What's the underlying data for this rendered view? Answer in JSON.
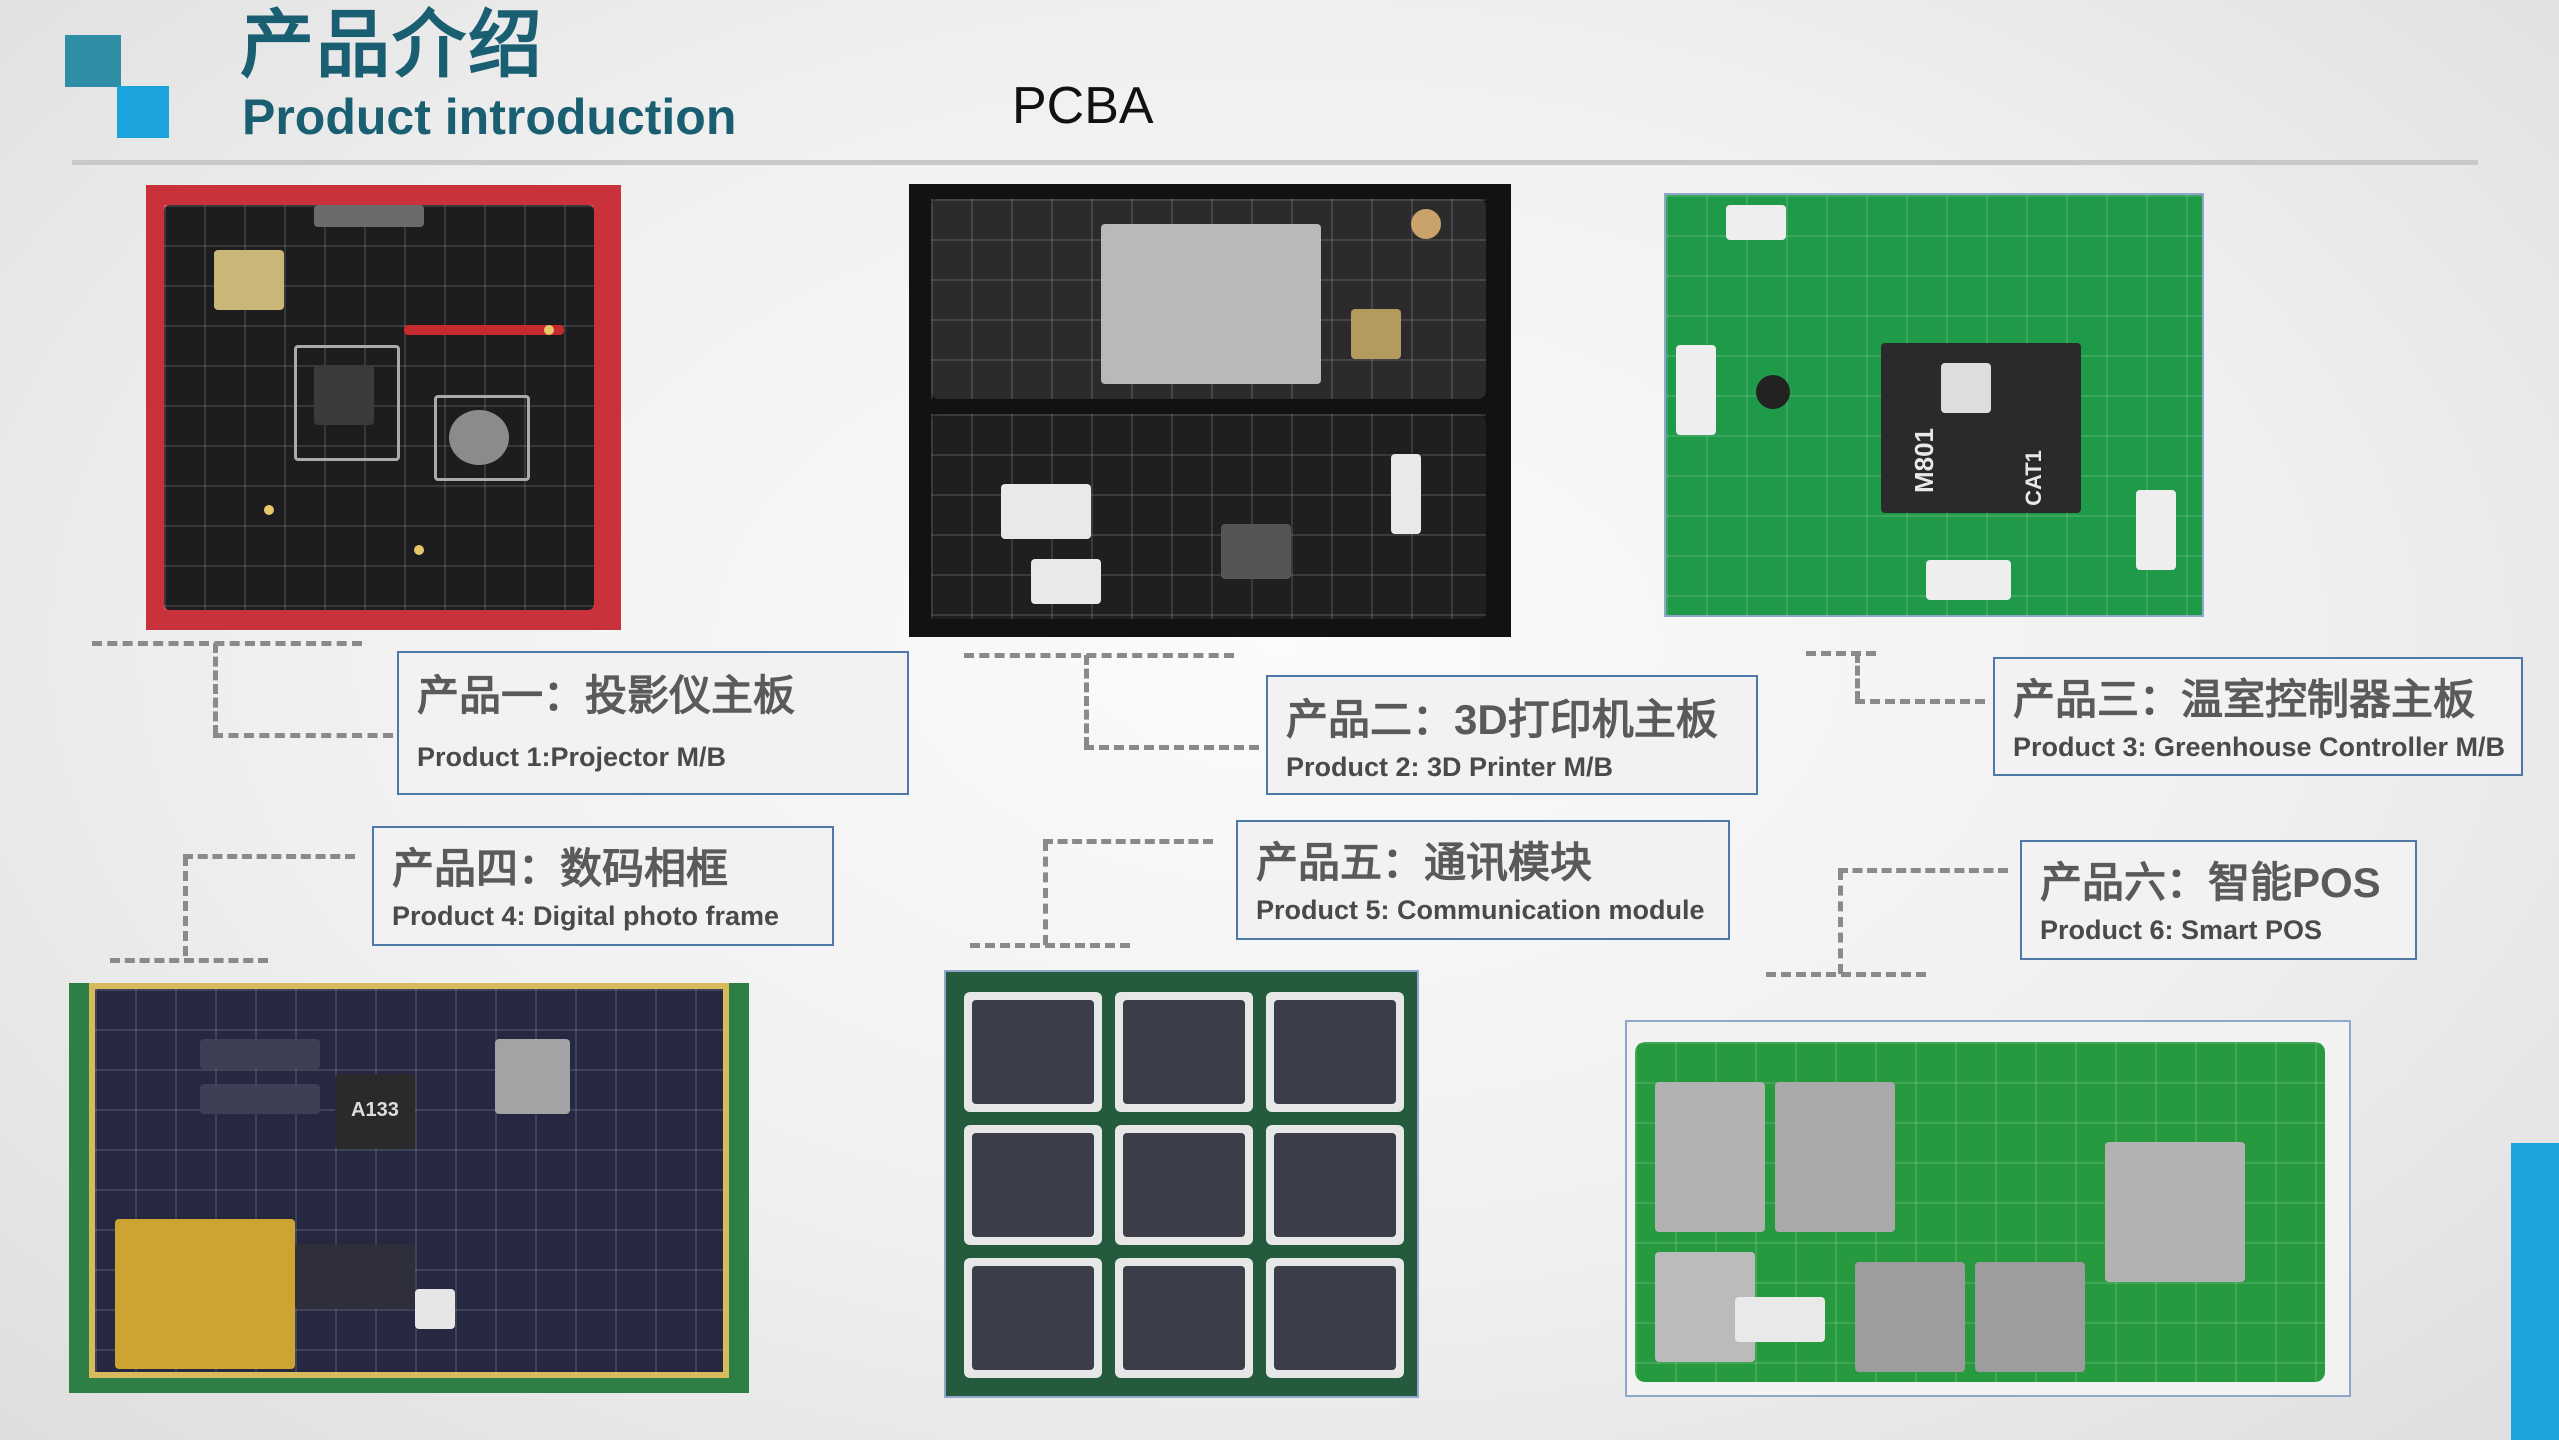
{
  "header": {
    "title_cn": "产品介绍",
    "title_en": "Product introduction",
    "subtitle": "PCBA"
  },
  "colors": {
    "title": "#1a5e72",
    "accent_blue": "#1aa3dc",
    "accent_teal": "#2f8ea5",
    "label_border": "#4d78a8",
    "label_text": "#5a5a5a"
  },
  "products": [
    {
      "cn": "产品一：投影仪主板",
      "en": "Product 1:Projector M/B"
    },
    {
      "cn": "产品二：3D打印机主板",
      "en": "Product 2: 3D Printer M/B"
    },
    {
      "cn": "产品三：温室控制器主板",
      "en": "Product 3: Greenhouse Controller M/B"
    },
    {
      "cn": "产品四：数码相框",
      "en": "Product 4: Digital photo frame"
    },
    {
      "cn": "产品五：通讯模块",
      "en": "Product 5: Communication module"
    },
    {
      "cn": "产品六：智能POS",
      "en": "Product 6: Smart POS"
    }
  ],
  "photo_text": {
    "p3_chip": "M801",
    "p3_chip2": "CAT1",
    "p4_chip": "A133"
  }
}
